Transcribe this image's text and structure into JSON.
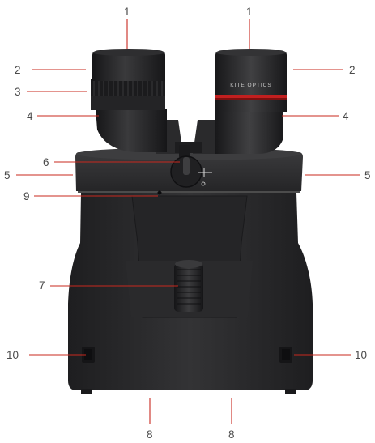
{
  "diagram": {
    "product_lettering": "KITE OPTICS",
    "callouts": [
      {
        "id": "c1-left",
        "number": "1"
      },
      {
        "id": "c1-right",
        "number": "1"
      },
      {
        "id": "c2-left",
        "number": "2"
      },
      {
        "id": "c2-right",
        "number": "2"
      },
      {
        "id": "c3-left",
        "number": "3"
      },
      {
        "id": "c4-left",
        "number": "4"
      },
      {
        "id": "c4-right",
        "number": "4"
      },
      {
        "id": "c5-left",
        "number": "5"
      },
      {
        "id": "c5-right",
        "number": "5"
      },
      {
        "id": "c6-left",
        "number": "6"
      },
      {
        "id": "c7-left",
        "number": "7"
      },
      {
        "id": "c8-left",
        "number": "8"
      },
      {
        "id": "c8-right",
        "number": "8"
      },
      {
        "id": "c9-left",
        "number": "9"
      },
      {
        "id": "c10-left",
        "number": "10"
      },
      {
        "id": "c10-right",
        "number": "10"
      }
    ],
    "colors": {
      "leader": "#c8281e",
      "label": "#4a4a4a",
      "body": "#2b2b2d",
      "body_dark": "#1c1c1e",
      "eyecup": "#1f1f21",
      "accent_ring": "#c21f1f"
    },
    "icons": [
      "binocular-body",
      "eyecup-left",
      "eyecup-right",
      "focus-wheel",
      "diopter-dial",
      "strap-lug-left",
      "strap-lug-right",
      "brand-lettering"
    ]
  }
}
